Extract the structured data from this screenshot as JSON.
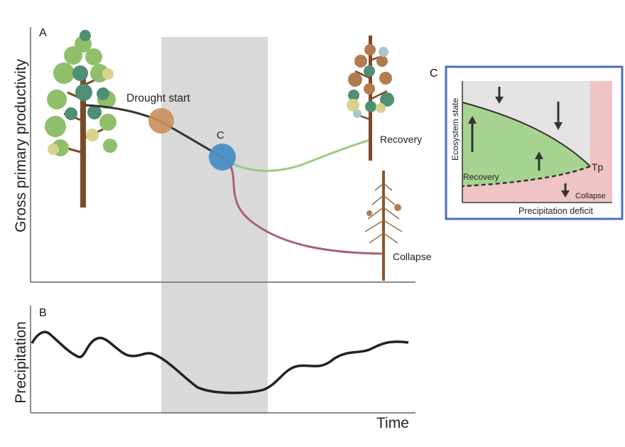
{
  "panel_a": {
    "label": "A",
    "y_axis_label": "Gross primary productivity",
    "drought_label": "Drought start",
    "critical_label": "C",
    "recovery_label": "Recovery",
    "collapse_label": "Collapse"
  },
  "panel_b": {
    "label": "B",
    "y_axis_label": "Precipitation",
    "x_axis_label": "Time"
  },
  "panel_c": {
    "label": "C",
    "y_axis_label": "Ecosystem state",
    "x_axis_label": "Precipitation deficit",
    "recovery_label": "Recovery",
    "collapse_label": "Collapse",
    "tipping_label": "Tp"
  },
  "colors": {
    "drought_band": "#d9d9d9",
    "gpp_line": "#333333",
    "recovery_line": "#9cc986",
    "collapse_line": "#a8607a",
    "drought_marker": "#c88f5a",
    "critical_marker": "#4a8ec4",
    "panel_c_border": "#4a6fb5",
    "stable_region": "#a6d490",
    "collapse_region": "#efc4c4"
  }
}
